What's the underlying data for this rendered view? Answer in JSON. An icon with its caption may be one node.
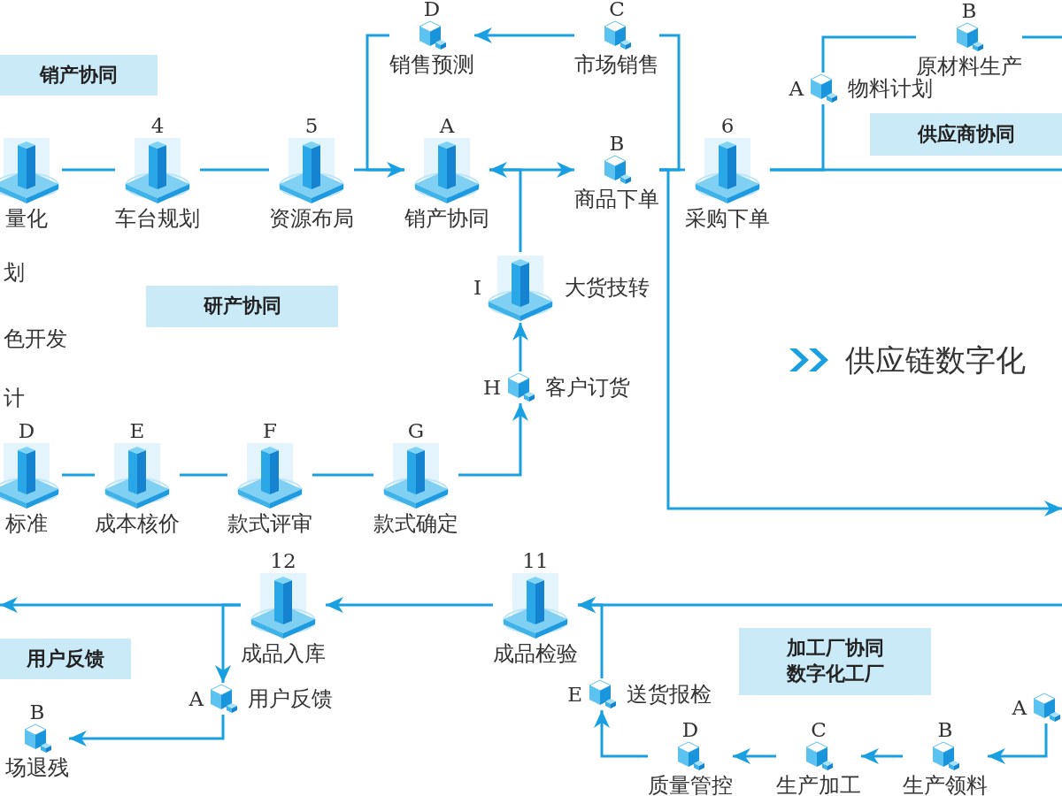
{
  "diagram": {
    "title": "供应链数字化",
    "nodes": [
      {
        "text": [
          "销产协同"
        ]
      },
      {
        "text": [
          "量化"
        ]
      },
      {
        "text": [
          "车台规划"
        ],
        "beside": [
          "4"
        ]
      },
      {
        "text": [
          "资源布局"
        ],
        "beside": [
          "5"
        ]
      },
      {
        "text": [
          "销产协同"
        ],
        "beside": [
          "A"
        ]
      },
      {
        "text": [
          "商品下单"
        ],
        "beside": [
          "B"
        ]
      },
      {
        "text": [
          "采购下单"
        ],
        "beside": [
          "6"
        ]
      },
      {
        "text": [
          "销售预测"
        ],
        "beside": [
          "D"
        ]
      },
      {
        "text": [
          "市场销售"
        ],
        "beside": [
          "C"
        ]
      },
      {
        "text": [
          "物料计划"
        ],
        "beside": [
          "A"
        ]
      },
      {
        "text": [
          "原材料生产"
        ],
        "beside": [
          "B"
        ]
      },
      {
        "text": [
          "供应商协同"
        ]
      },
      {
        "text": [
          "研产协同"
        ]
      },
      {
        "text": [
          "大货技转"
        ],
        "beside": [
          "I"
        ]
      },
      {
        "text": [
          "客户订货"
        ],
        "beside": [
          "H"
        ]
      },
      {
        "text": [
          "标准"
        ],
        "beside": [
          "D"
        ]
      },
      {
        "text": [
          "成本核价"
        ],
        "beside": [
          "E"
        ]
      },
      {
        "text": [
          "款式评审"
        ],
        "beside": [
          "F"
        ]
      },
      {
        "text": [
          "款式确定"
        ],
        "beside": [
          "G"
        ]
      },
      {
        "text": [
          "成品入库"
        ],
        "beside": [
          "12"
        ]
      },
      {
        "text": [
          "成品检验"
        ],
        "beside": [
          "11"
        ]
      },
      {
        "text": [
          "用户反馈"
        ]
      },
      {
        "text": [
          "用户反馈"
        ],
        "beside": [
          "A"
        ]
      },
      {
        "text": [
          "场退残"
        ],
        "beside": [
          "B"
        ]
      },
      {
        "text": [
          "加工厂协同",
          "数字化工厂"
        ]
      },
      {
        "text": [
          "送货报检"
        ],
        "beside": [
          "E"
        ]
      },
      {
        "text": [],
        "shape": "cube",
        "beside": [
          "A"
        ]
      },
      {
        "text": [
          "质量管控"
        ],
        "beside": [
          "D"
        ]
      },
      {
        "text": [
          "生产加工"
        ],
        "beside": [
          "C"
        ]
      },
      {
        "text": [
          "生产领料"
        ],
        "beside": [
          "B"
        ]
      }
    ],
    "edges": [
      {
        "from": 1,
        "to": 2,
        "arrow": "none"
      },
      {
        "from": 2,
        "to": 3,
        "arrow": "none"
      },
      {
        "from": 3,
        "to": 4,
        "arrow": "none"
      },
      {
        "from": 4,
        "to": 5,
        "arrow": "to"
      },
      {
        "from": 5,
        "to": 6,
        "arrow": "none"
      },
      {
        "from": 6,
        "to": null,
        "arrow": "none"
      },
      {
        "from": 5,
        "to": 8,
        "arrow": "none"
      },
      {
        "from": 8,
        "to": 7,
        "arrow": "to"
      },
      {
        "from": 7,
        "to": 4,
        "arrow": "to"
      },
      {
        "from": 5,
        "to": null,
        "arrow": "to"
      },
      {
        "from": 6,
        "to": 9,
        "arrow": "none"
      },
      {
        "from": 9,
        "to": 10,
        "arrow": "none"
      },
      {
        "from": 10,
        "to": null,
        "arrow": "none"
      },
      {
        "from": 15,
        "to": 16,
        "arrow": "none"
      },
      {
        "from": 16,
        "to": 17,
        "arrow": "none"
      },
      {
        "from": 17,
        "to": 18,
        "arrow": "none"
      },
      {
        "from": 18,
        "to": 14,
        "arrow": "to"
      },
      {
        "from": 14,
        "to": 13,
        "arrow": "to"
      },
      {
        "from": 13,
        "to": 4,
        "arrow": "to"
      },
      {
        "from": null,
        "to": 20,
        "arrow": "to"
      },
      {
        "from": 20,
        "to": 19,
        "arrow": "to"
      },
      {
        "from": 19,
        "to": null,
        "arrow": "to"
      },
      {
        "from": 19,
        "to": 22,
        "arrow": "to"
      },
      {
        "from": 22,
        "to": 23,
        "arrow": "to"
      },
      {
        "from": 26,
        "to": 29,
        "arrow": "to"
      },
      {
        "from": 29,
        "to": 28,
        "arrow": "to"
      },
      {
        "from": 28,
        "to": 27,
        "arrow": "to"
      },
      {
        "from": 27,
        "to": 25,
        "arrow": "to"
      },
      {
        "from": 25,
        "to": 20,
        "arrow": "to"
      }
    ],
    "labels": [
      "划",
      "色开发",
      "计"
    ]
  }
}
